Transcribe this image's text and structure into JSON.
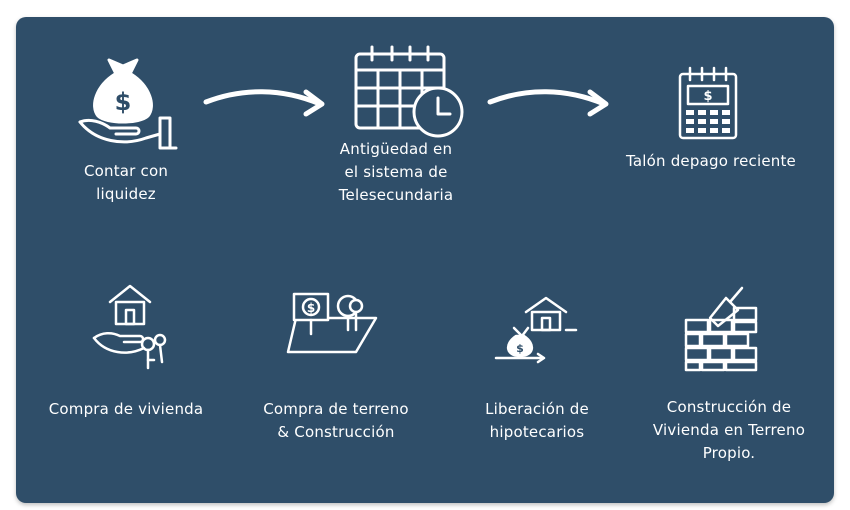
{
  "colors": {
    "panel": "#2f4e69",
    "icon": "#ffffff",
    "text": "#ffffff"
  },
  "top_row": [
    {
      "icon": "money-bag-hand-icon",
      "label": "Contar con\nliquidez"
    },
    {
      "icon": "calendar-clock-icon",
      "label": "Antigüedad en\nel sistema de\nTelesecundaria"
    },
    {
      "icon": "payslip-calendar-icon",
      "label": "Talón depago reciente"
    }
  ],
  "bottom_row": [
    {
      "icon": "house-keys-hand-icon",
      "label": "Compra de vivienda"
    },
    {
      "icon": "land-sign-tree-icon",
      "label": "Compra de terreno\n& Construcción"
    },
    {
      "icon": "mortgage-release-icon",
      "label": "Liberación de\nhipotecarios"
    },
    {
      "icon": "brick-wall-trowel-icon",
      "label": "Construcción de\nVivienda en Terreno\nPropio."
    }
  ],
  "arrows": [
    "arrow-right-icon",
    "arrow-right-icon"
  ]
}
